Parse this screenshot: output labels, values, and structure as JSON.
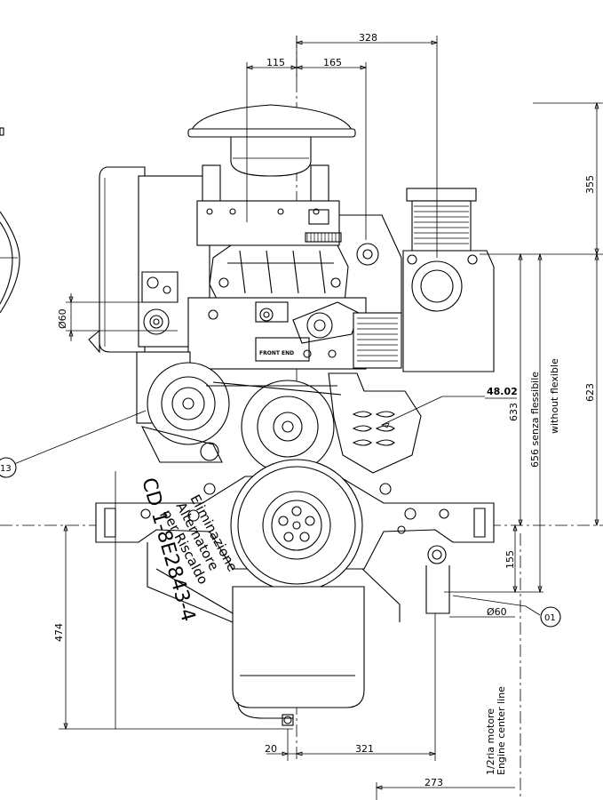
{
  "dimensions": {
    "top_total": "328",
    "top_left": "115",
    "top_right": "165",
    "right_upper": "355",
    "right_total": "623",
    "senza_flessibile": "656 senza flessibile",
    "without_flexible": "without flexible",
    "right_inner": "633",
    "right_lower": "155",
    "left_lower": "474",
    "bottom_left": "20",
    "bottom_right": "321",
    "bottom_far": "273",
    "pipe_diameter_left": "Ø60",
    "pipe_diameter_right": "Ø60",
    "callout_value": "48.02"
  },
  "callouts": {
    "left": "13",
    "right": "01"
  },
  "panel_label": "FRONT END",
  "engine_center_line": {
    "it": "1/2ria motore",
    "en": "Engine center line"
  },
  "stamp": {
    "line1": "Eliminazione",
    "line2": "Alternatore",
    "line3": "per Riscaldo",
    "line4": "CD 1-8E2843-4"
  }
}
